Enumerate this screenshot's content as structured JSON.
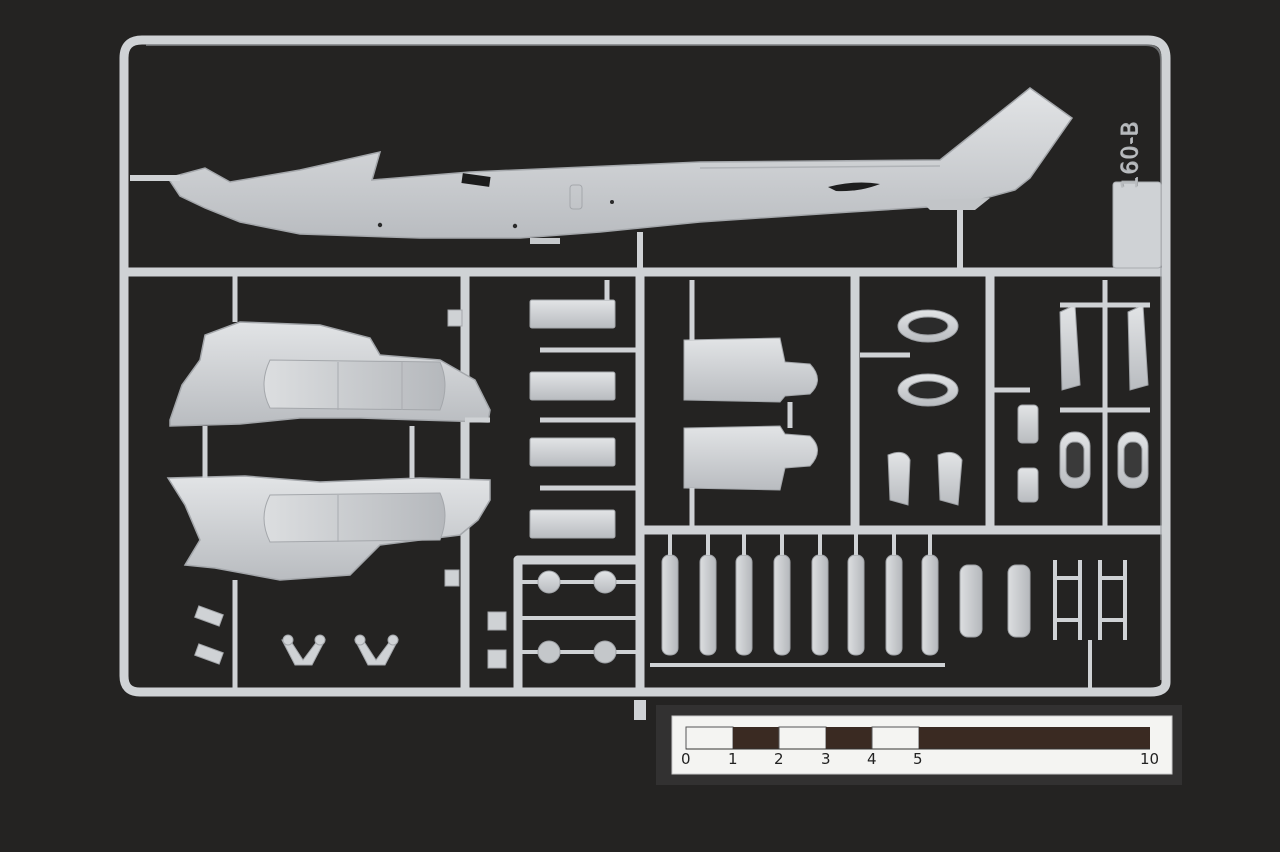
{
  "sprue": {
    "code": "160-B",
    "colors": {
      "background": "#242322",
      "plastic": "#cfd2d5",
      "plastic_shadow": "#a9acb0",
      "plastic_highlight": "#e2e4e6"
    }
  },
  "scale_bar": {
    "labels": [
      "0",
      "1",
      "2",
      "3",
      "4",
      "5",
      "10"
    ],
    "colors": {
      "dark": "#3a2a22",
      "light": "#f4f4f2"
    }
  }
}
